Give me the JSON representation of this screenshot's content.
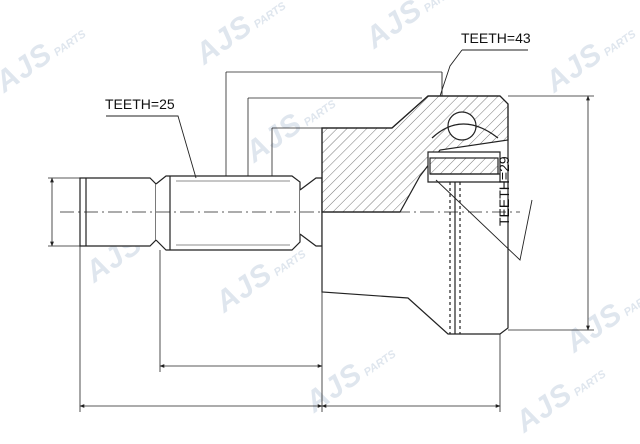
{
  "labels": {
    "teeth_outer": "TEETH=43",
    "teeth_spline": "TEETH=25",
    "teeth_inner": "TEETH=29"
  },
  "watermark": {
    "brand": "AJS",
    "suffix": "PARTS"
  },
  "colors": {
    "line": "#222222",
    "watermark": "#dfe6ee",
    "hatch": "#555555"
  }
}
